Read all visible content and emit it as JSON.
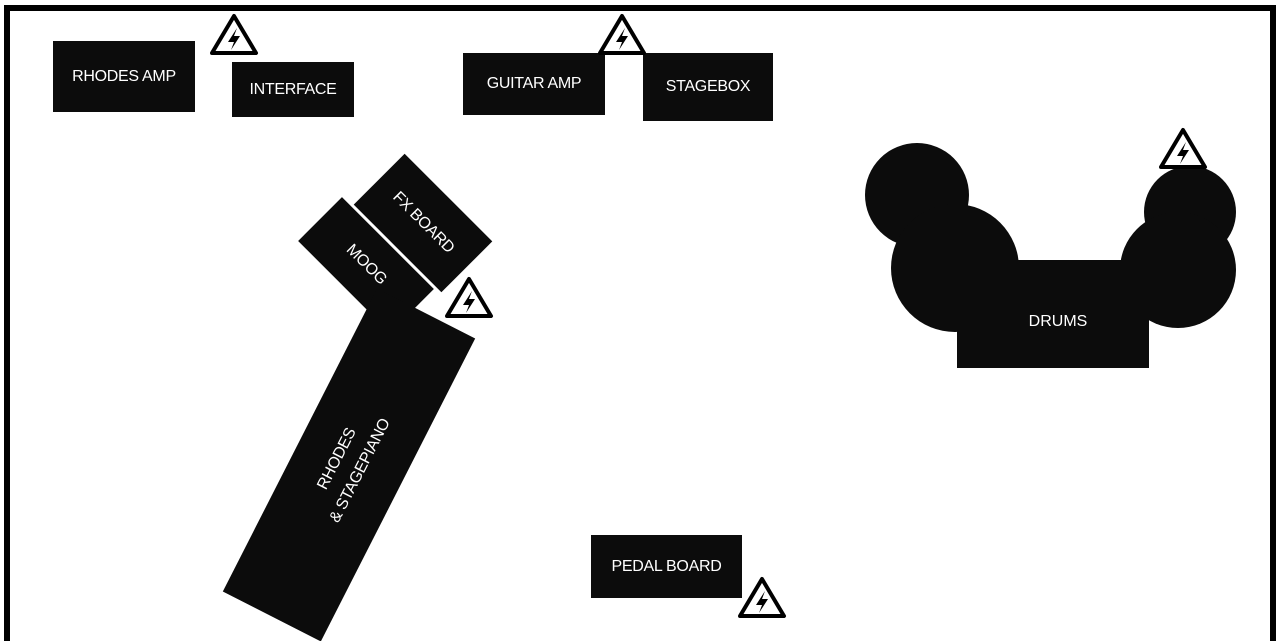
{
  "equipment": {
    "rhodes_amp": "RHODES AMP",
    "interface": "INTERFACE",
    "guitar_amp": "GUITAR AMP",
    "stagebox": "STAGEBOX",
    "fx_board": "FX BOARD",
    "moog": "MOOG",
    "rhodes_stagepiano_line1": "RHODES",
    "rhodes_stagepiano_line2": "& STAGEPIANO",
    "drums": "DRUMS",
    "pedal_board": "PEDAL BOARD"
  },
  "colors": {
    "fill": "#0c0c0c",
    "text": "#ffffff",
    "border": "#000000"
  },
  "icons": {
    "power_warning": "high-voltage-warning-icon"
  }
}
